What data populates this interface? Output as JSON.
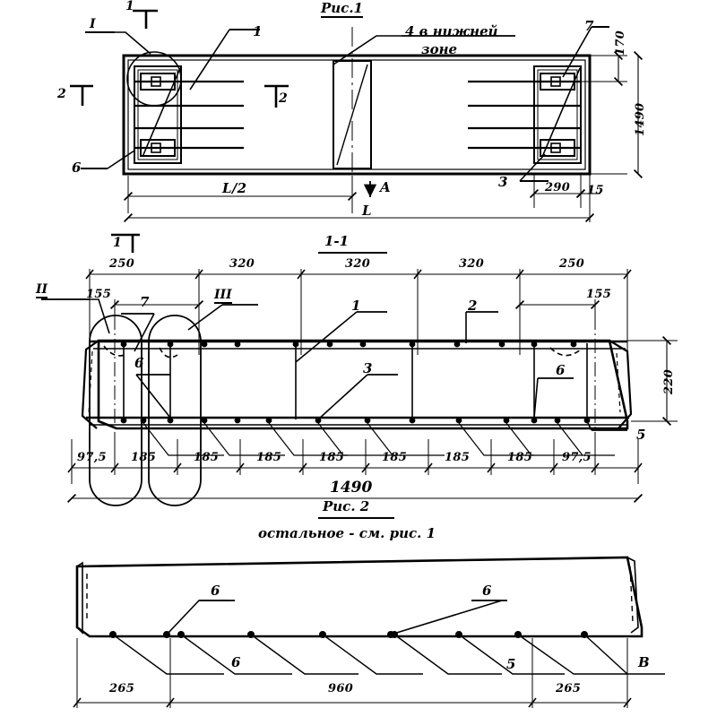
{
  "drawing": {
    "title_fig1": "Рис.1",
    "title_fig2": "Рис. 2",
    "note_fig2": "остальное - см. рис. 1"
  },
  "fig1": {
    "note_top": "4 в нижней",
    "note_top2": "зоне",
    "section_marks": {
      "top_left_I": "I",
      "top_left_1": "1",
      "left_2": "2",
      "inner_2": "2",
      "bottom_1": "1",
      "arrow_A": "A",
      "section_title": "1-1"
    },
    "positions": {
      "p1_left": "1",
      "p7_right": "7",
      "p3_right": "3",
      "p6_left": "6"
    },
    "dims": {
      "half_length": "L/2",
      "length": "L",
      "height_total": "1490",
      "height_top": "170",
      "right_290": "290",
      "right_15": "15"
    }
  },
  "fig2": {
    "section_marks": {
      "left_II": "II",
      "mid_III": "III"
    },
    "positions": {
      "p7": "7",
      "p6_left": "6",
      "p1": "1",
      "p2": "2",
      "p3": "3",
      "p6_right": "6",
      "p5_right": "5"
    },
    "dims_top": [
      "250",
      "320",
      "320",
      "320",
      "250"
    ],
    "dims_top_inner_left": "155",
    "dims_top_inner_right": "155",
    "dims_bottom": [
      "97,5",
      "185",
      "185",
      "185",
      "185",
      "185",
      "185",
      "185",
      "97,5"
    ],
    "dim_total": "1490",
    "dim_height": "220"
  },
  "fig3": {
    "positions": {
      "p6_left": "6",
      "p6_left2": "6",
      "p6_right": "6",
      "p5": "5",
      "pV": "В"
    },
    "dims": {
      "left_265": "265",
      "middle_960": "960",
      "right_265": "265"
    }
  }
}
